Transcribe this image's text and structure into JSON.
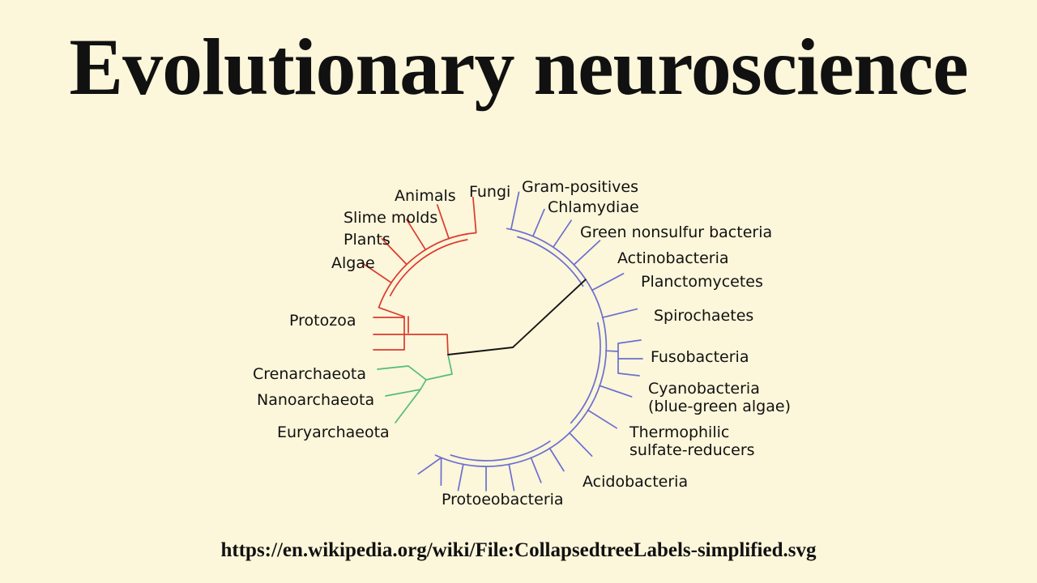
{
  "title": "Evolutionary neuroscience",
  "source_url": "https://en.wikipedia.org/wiki/File:CollapsedtreeLabels-simplified.svg",
  "colors": {
    "background": "#fcf6da",
    "text": "#111111",
    "eukaryota": "#dc3a2e",
    "archaea": "#53bd79",
    "bacteria": "#6a6fd0",
    "root": "#151515"
  },
  "tree": {
    "type": "radial-phylogenetic-tree",
    "groups": [
      {
        "color": "#dc3a2e",
        "taxa": [
          "Animals",
          "Fungi",
          "Slime molds",
          "Plants",
          "Algae",
          "Protozoa"
        ]
      },
      {
        "color": "#53bd79",
        "taxa": [
          "Crenarchaeota",
          "Nanoarchaeota",
          "Euryarchaeota"
        ]
      },
      {
        "color": "#6a6fd0",
        "taxa": [
          "Gram-positives",
          "Chlamydiae",
          "Green nonsulfur bacteria",
          "Actinobacteria",
          "Planctomycetes",
          "Spirochaetes",
          "Fusobacteria",
          "Cyanobacteria (blue-green algae)",
          "Thermophilic sulfate-reducers",
          "Acidobacteria",
          "Protoeobacteria"
        ]
      }
    ],
    "labels": {
      "animals": "Animals",
      "fungi": "Fungi",
      "slime_molds": "Slime molds",
      "plants": "Plants",
      "algae": "Algae",
      "protozoa": "Protozoa",
      "crenarchaeota": "Crenarchaeota",
      "nanoarchaeota": "Nanoarchaeota",
      "euryarchaeota": "Euryarchaeota",
      "gram_positives": "Gram-positives",
      "chlamydiae": "Chlamydiae",
      "green_nonsulfur": "Green nonsulfur bacteria",
      "actinobacteria": "Actinobacteria",
      "planctomycetes": "Planctomycetes",
      "spirochaetes": "Spirochaetes",
      "fusobacteria": "Fusobacteria",
      "cyanobacteria": "Cyanobacteria\n(blue-green algae)",
      "thermophilic": "Thermophilic\nsulfate-reducers",
      "acidobacteria": "Acidobacteria",
      "protoeobacteria": "Protoeobacteria"
    }
  }
}
